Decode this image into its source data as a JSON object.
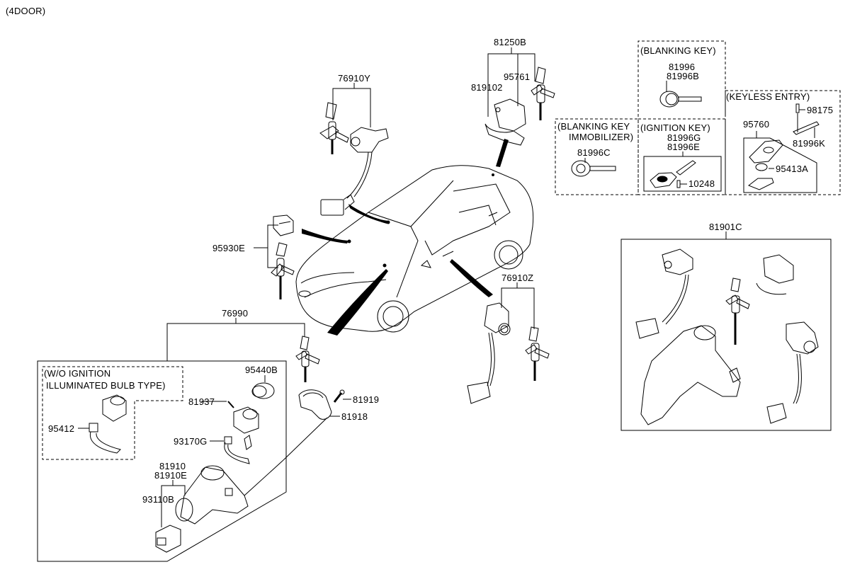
{
  "title": "(4DOOR)",
  "groups": {
    "blanking_key": {
      "title": "(BLANKING KEY)",
      "parts": [
        "81996",
        "81996B"
      ]
    },
    "blanking_key_immobilizer": {
      "title_line1": "(BLANKING KEY",
      "title_line2": "IMMOBILIZER)",
      "parts": [
        "81996C"
      ]
    },
    "ignition_key": {
      "title": "(IGNITION KEY)",
      "parts": [
        "81996G",
        "81996E",
        "10248"
      ]
    },
    "keyless_entry": {
      "title": "(KEYLESS ENTRY)",
      "parts": [
        "98175",
        "95760",
        "81996K",
        "95413A"
      ]
    },
    "wo_ignition_bulb": {
      "title_line1": "(W/O IGNITION",
      "title_line2": "ILLUMINATED BULB TYPE)",
      "parts": [
        "95412"
      ]
    }
  },
  "labels": {
    "p81250B": "81250B",
    "p819102": "819102",
    "p95761": "95761",
    "p76910Y": "76910Y",
    "p95930E": "95930E",
    "p76910Z": "76910Z",
    "p76990": "76990",
    "p95440B": "95440B",
    "p81937": "81937",
    "p95412": "95412",
    "p93170G": "93170G",
    "p81910": "81910",
    "p81910E": "81910E",
    "p93110B": "93110B",
    "p81919": "81919",
    "p81918": "81918",
    "p81901C": "81901C",
    "p81996": "81996",
    "p81996B": "81996B",
    "p81996C": "81996C",
    "p81996G": "81996G",
    "p81996E": "81996E",
    "p10248": "10248",
    "p98175": "98175",
    "p95760": "95760",
    "p81996K": "81996K",
    "p95413A": "95413A"
  }
}
